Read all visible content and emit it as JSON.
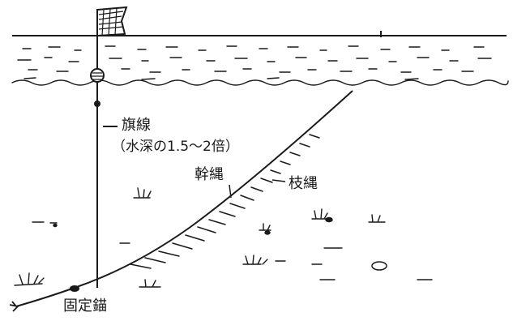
{
  "labels": {
    "flag_line": "旗線",
    "flag_line_note": "（水深の1.5～2倍）",
    "main_line": "幹縄",
    "branch_line": "枝縄",
    "anchor": "固定錨"
  },
  "colors": {
    "ink": "#1a1a1a",
    "background": "#ffffff"
  },
  "icons": {
    "flag": "flag-icon",
    "float": "buoy-icon",
    "anchor": "anchor-icon"
  }
}
